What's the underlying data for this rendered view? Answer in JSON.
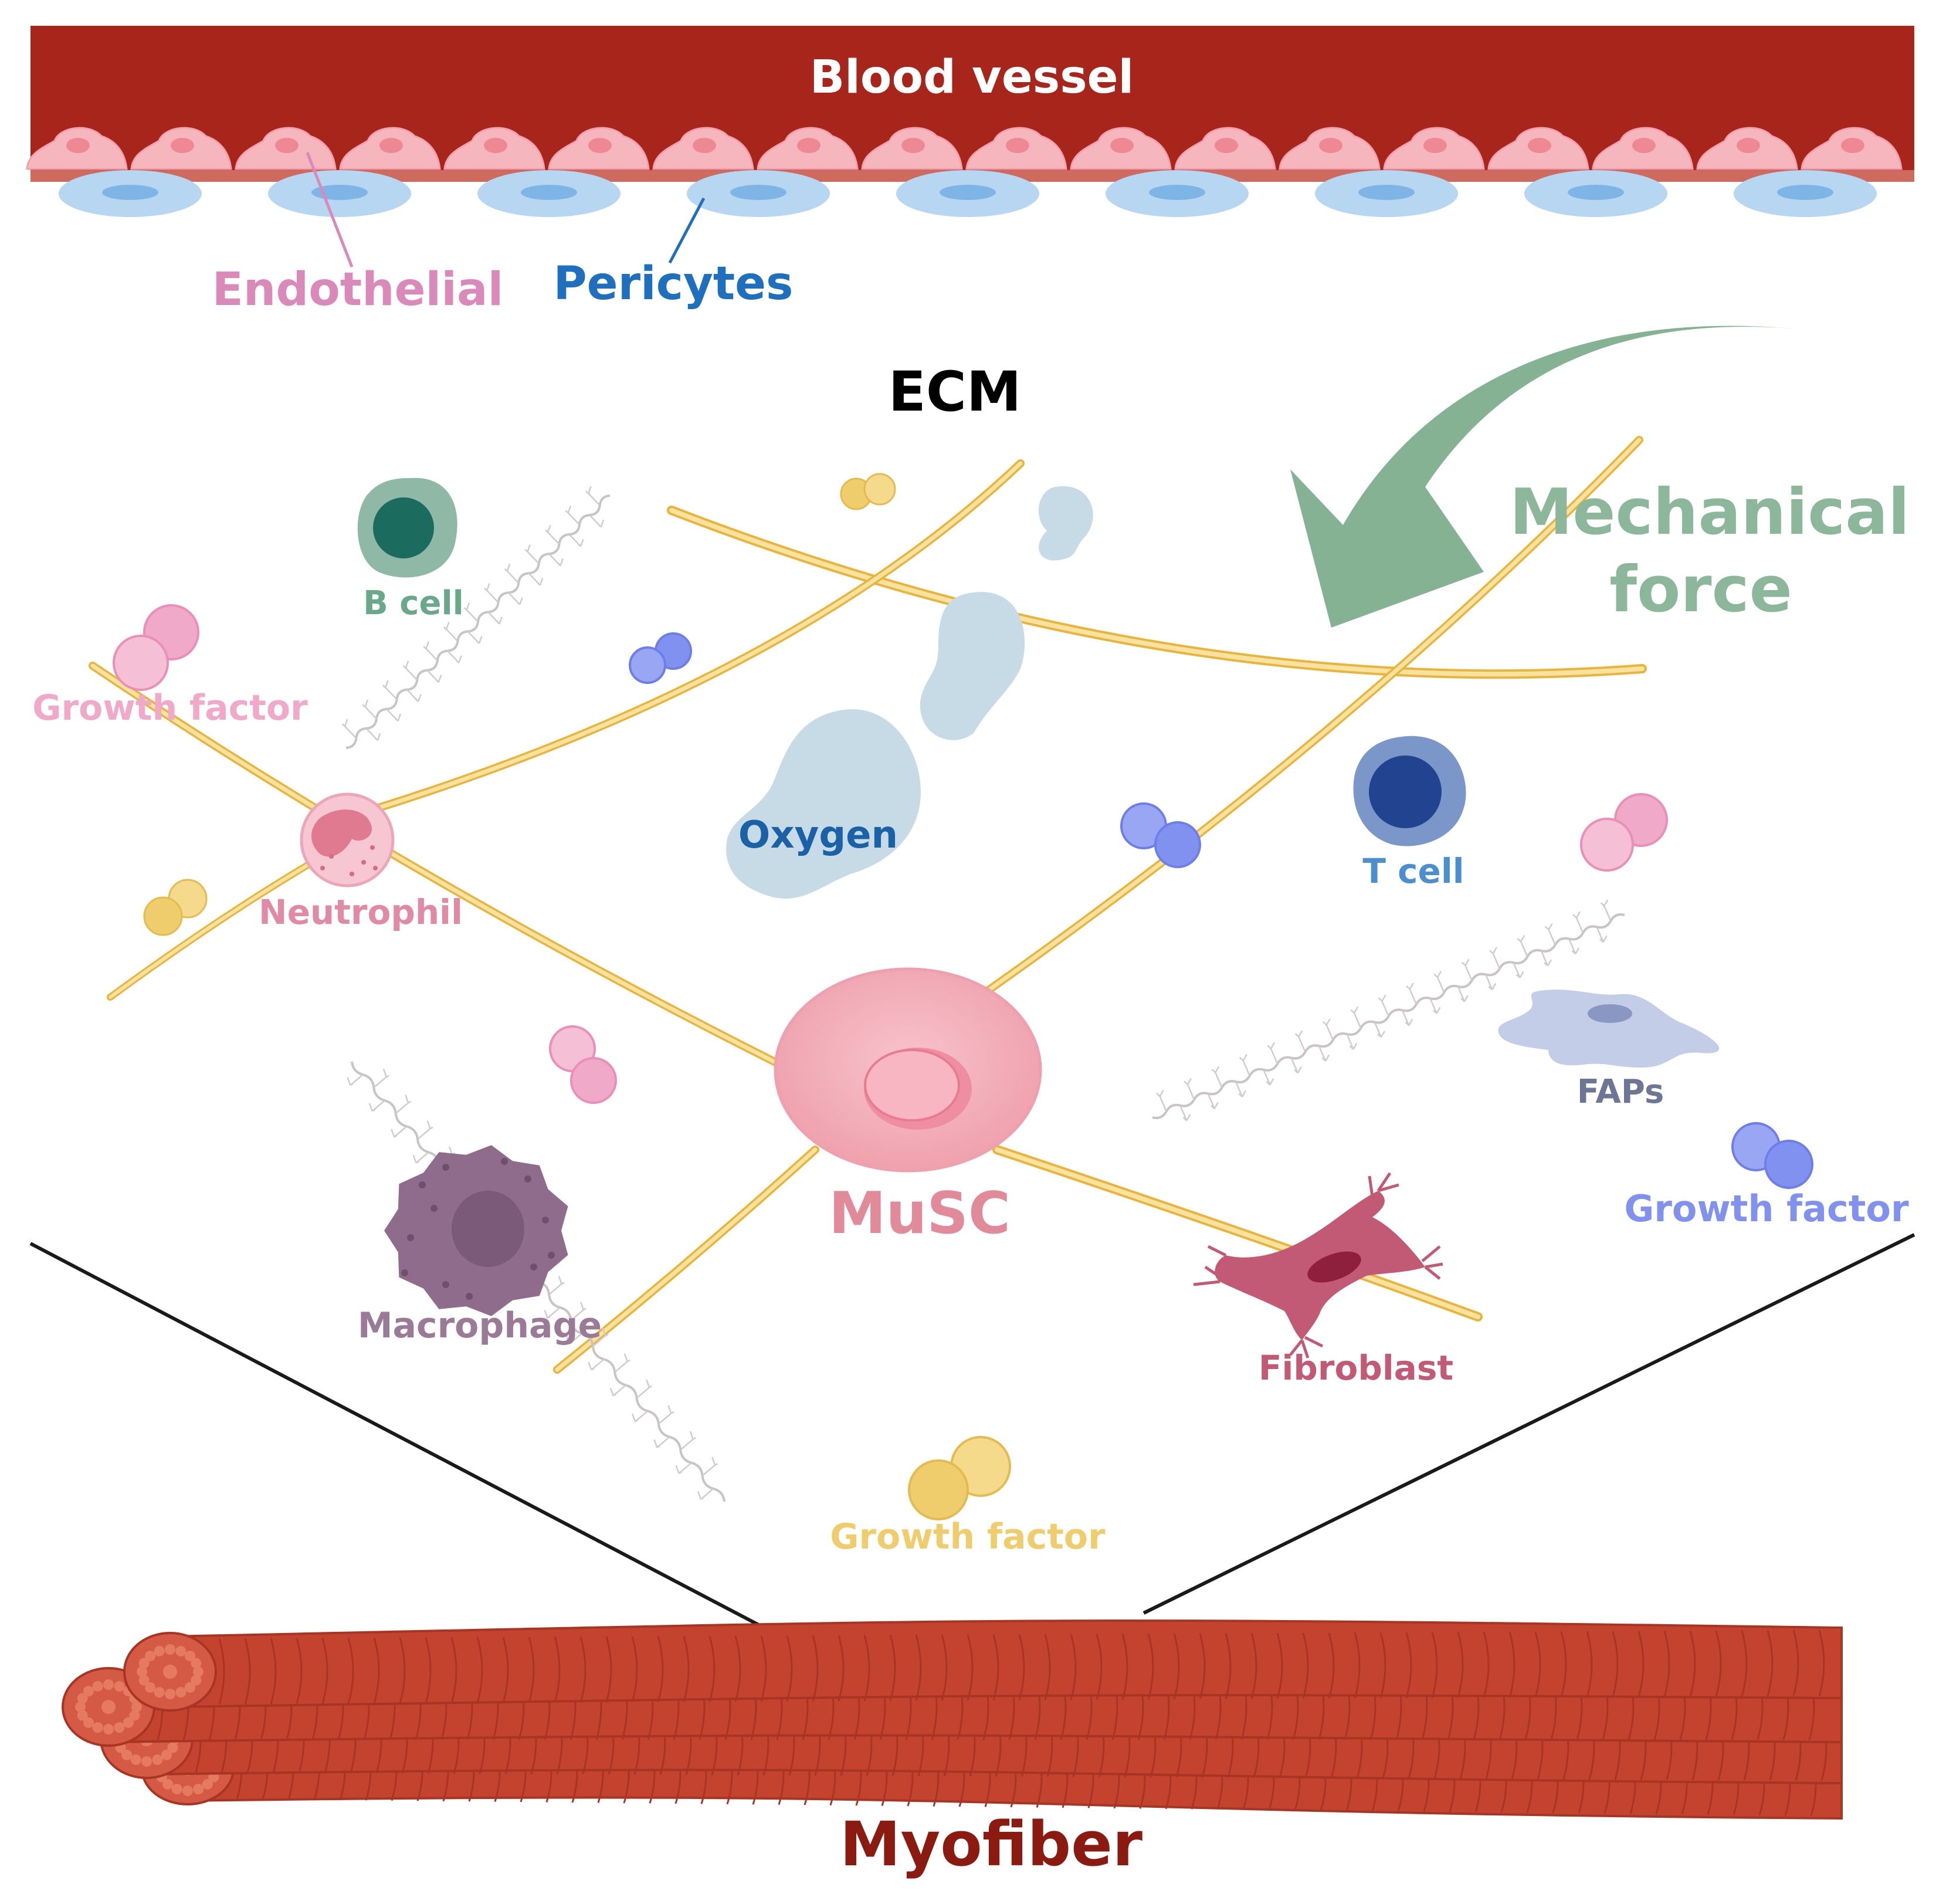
{
  "labels": {
    "blood_vessel": "Blood vessel",
    "endothelial": "Endothelial",
    "pericytes": "Pericytes",
    "ecm": "ECM",
    "mechanical_force_line1": "Mechanical",
    "mechanical_force_line2": "force",
    "b_cell": "B cell",
    "t_cell": "T cell",
    "growth_factor_pink": "Growth factor",
    "growth_factor_blue": "Growth factor",
    "growth_factor_yellow": "Growth factor",
    "neutrophil": "Neutrophil",
    "oxygen": "Oxygen",
    "musc": "MuSC",
    "faps": "FAPs",
    "macrophage": "Macrophage",
    "fibroblast": "Fibroblast",
    "myofiber": "Myofiber"
  },
  "colors": {
    "vessel": "#a8251b",
    "endothelial": "#f5b6be",
    "endothelial_nucleus": "#ee8893",
    "pericyte": "#b6d6f2",
    "pericyte_nucleus": "#7fb4e6",
    "endothelial_label": "#d98ab8",
    "pericytes_label": "#1f6fbf",
    "ecm_fiber": "#f2c252",
    "mechanical_force": "#8db79a",
    "b_cell": "#6aa88c",
    "t_cell": "#4c8fd0",
    "growth_factor_pink": "#f0a9c8",
    "growth_factor_blue": "#8191ef",
    "growth_factor_yellow": "#f0cd6c",
    "neutrophil": "#e08aa6",
    "oxygen_blob": "#c7dbe6",
    "oxygen_label": "#1a61a8",
    "musc": "#f2a8b4",
    "faps": "#b8c4e3",
    "faps_label": "#6d7694",
    "macrophage": "#9a7a96",
    "fibroblast": "#c25a75",
    "myofiber": "#c4432f",
    "myofiber_label": "#8b1a10"
  },
  "icons": {
    "endothelial_layer": "endothelial-cells-icon",
    "pericyte_layer": "pericyte-cells-icon",
    "b_cell": "b-cell-icon",
    "t_cell": "t-cell-icon",
    "neutrophil": "neutrophil-icon",
    "musc": "muscle-stem-cell-icon",
    "macrophage": "macrophage-icon",
    "fibroblast": "fibroblast-icon",
    "faps": "fap-cell-icon",
    "myofiber": "myofiber-bundle-icon",
    "mechanical_force": "curved-arrow-icon"
  }
}
